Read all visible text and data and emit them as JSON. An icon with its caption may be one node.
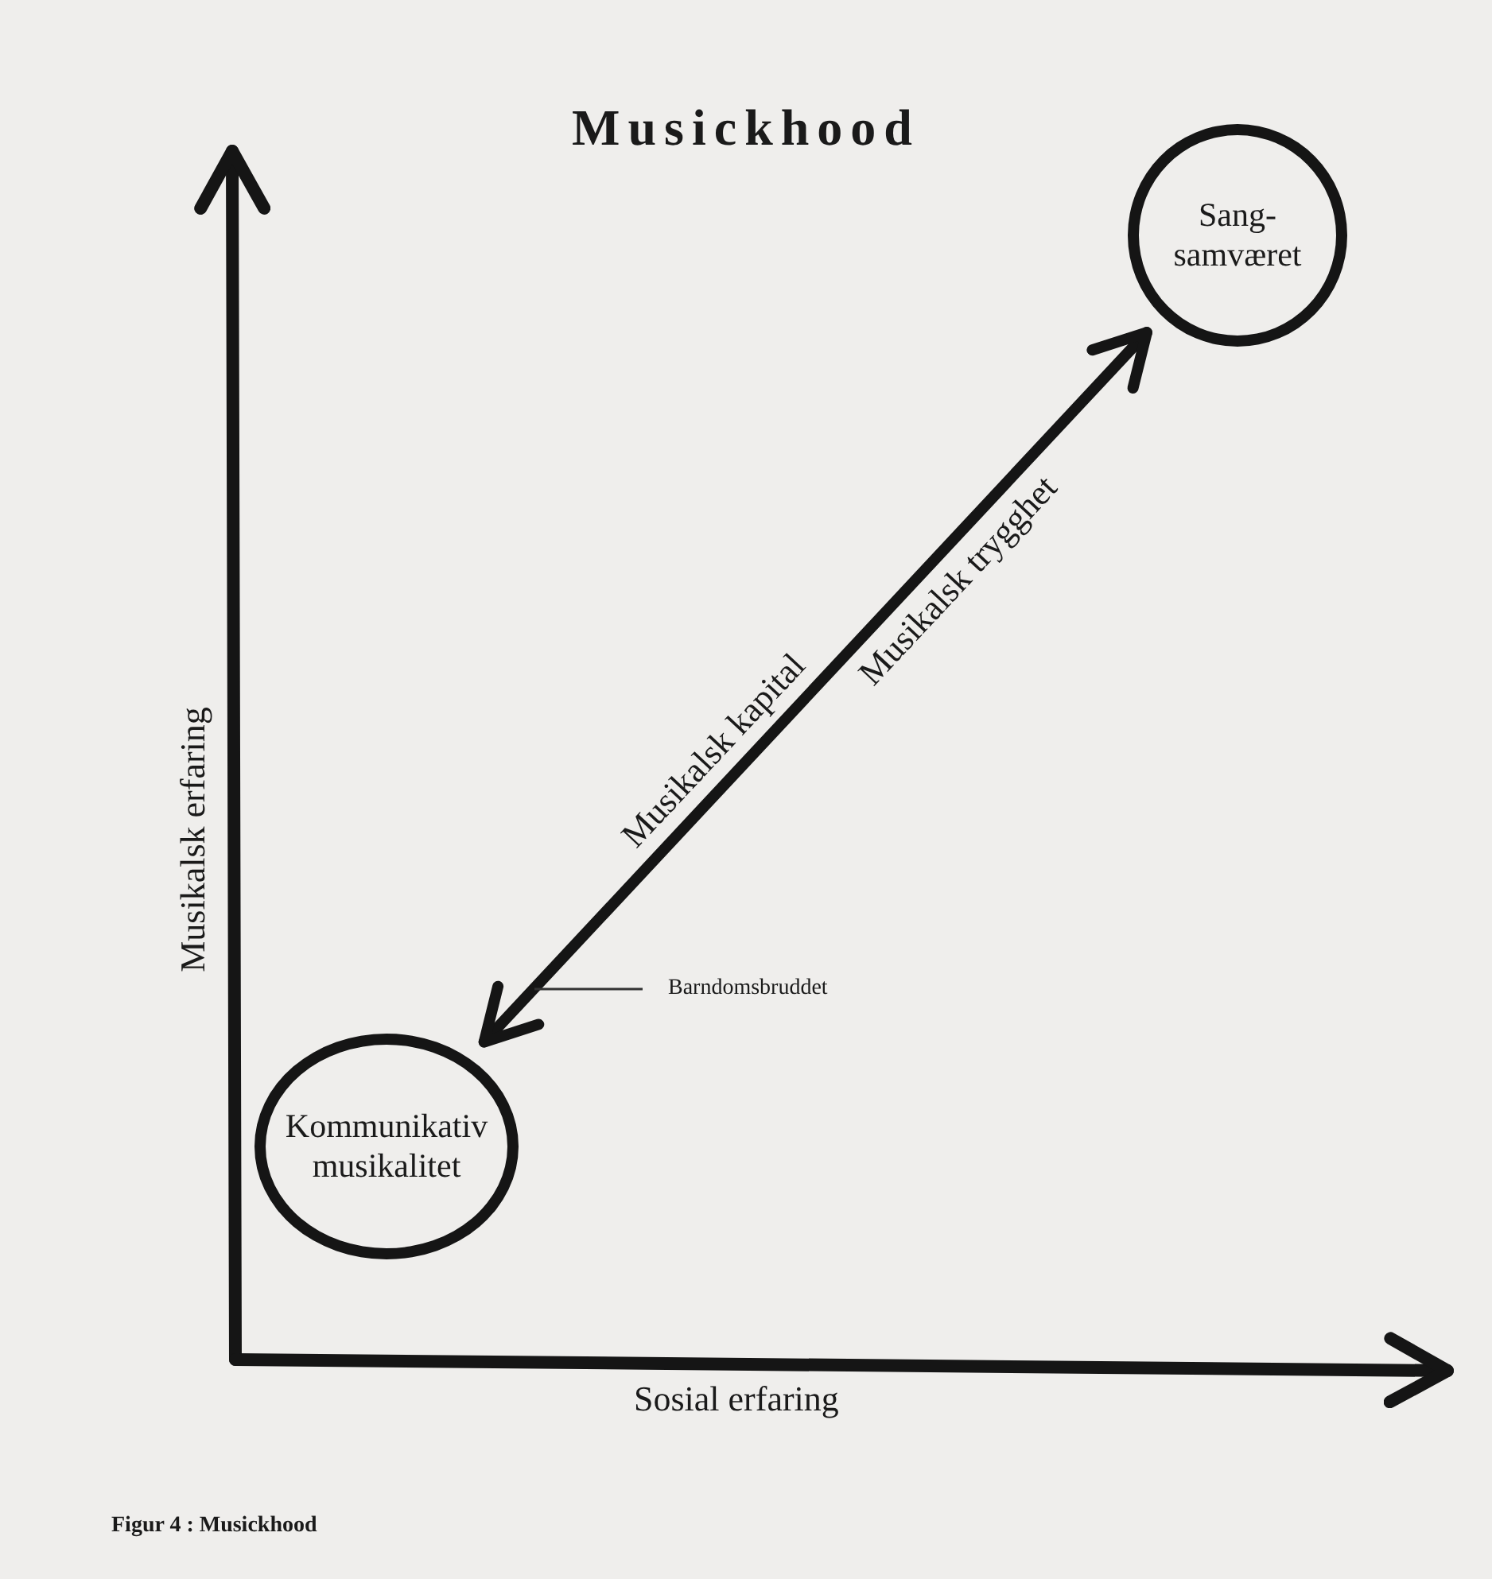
{
  "diagram": {
    "title": "Musickhood",
    "caption": "Figur 4 : Musickhood",
    "nodes": [
      {
        "text": [
          "Sang- samværet"
        ]
      },
      {
        "text": [
          "Kommunikativ musikalitet"
        ]
      }
    ],
    "edges": [
      {
        "from": 0,
        "to": 1,
        "arrow": "both"
      }
    ],
    "labels": [
      "Musikalsk erfaring",
      "Musikalsk trygghet",
      "Musikalsk kapital",
      "Barndomsbruddet",
      "Sosial erfaring"
    ]
  }
}
